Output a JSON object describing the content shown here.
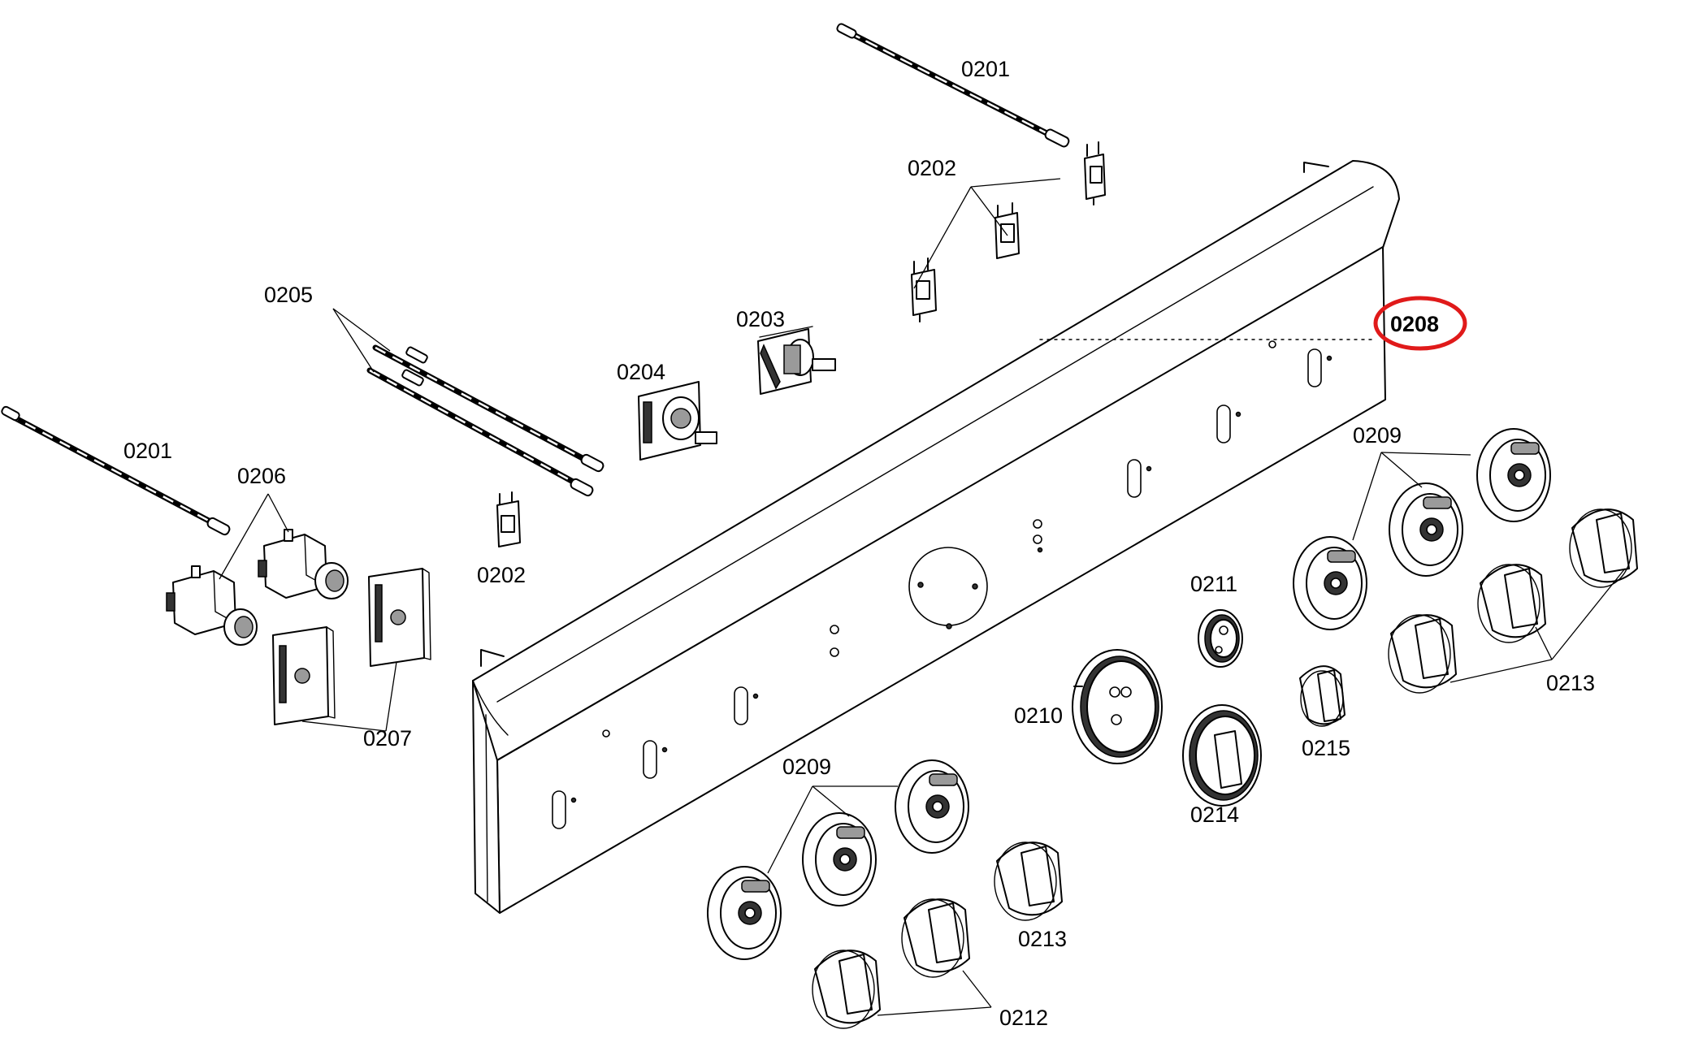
{
  "labels": {
    "p0201_top": "0201",
    "p0201_left": "0201",
    "p0202_top": "0202",
    "p0202_left": "0202",
    "p0203": "0203",
    "p0204": "0204",
    "p0205": "0205",
    "p0206": "0206",
    "p0207": "0207",
    "p0208": "0208",
    "p0209_right": "0209",
    "p0209_left": "0209",
    "p0210": "0210",
    "p0211": "0211",
    "p0212": "0212",
    "p0213_right": "0213",
    "p0213_left": "0213",
    "p0214": "0214",
    "p0215": "0215"
  },
  "highlight": {
    "label": "0208",
    "color": "#e01a1a"
  }
}
